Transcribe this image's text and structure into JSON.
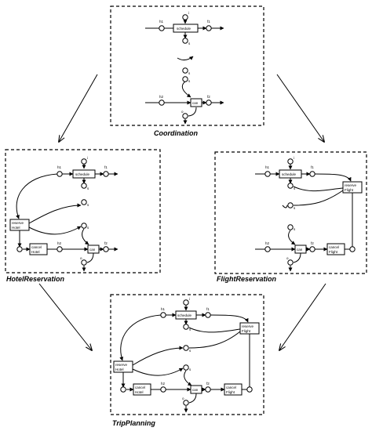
{
  "titles": {
    "coordination": "Coordination",
    "hotel": "HotelReservation",
    "flight": "FlightReservation",
    "trip": "TripPlanning"
  },
  "places": {
    "h1": "h1",
    "h2": "h2",
    "f1": "f1",
    "f2": "f2",
    "i": "i",
    "s": "s",
    "o": "o"
  },
  "transitions": {
    "schedule": "schedule",
    "can": "can",
    "reserve_hotel": [
      "reserve",
      "Hotel"
    ],
    "cancel_hotel": [
      "cancel",
      "Hotel"
    ],
    "reserve_flight": [
      "reserve",
      "Flight"
    ],
    "cancel_flight": [
      "cancel",
      "Flight"
    ]
  }
}
